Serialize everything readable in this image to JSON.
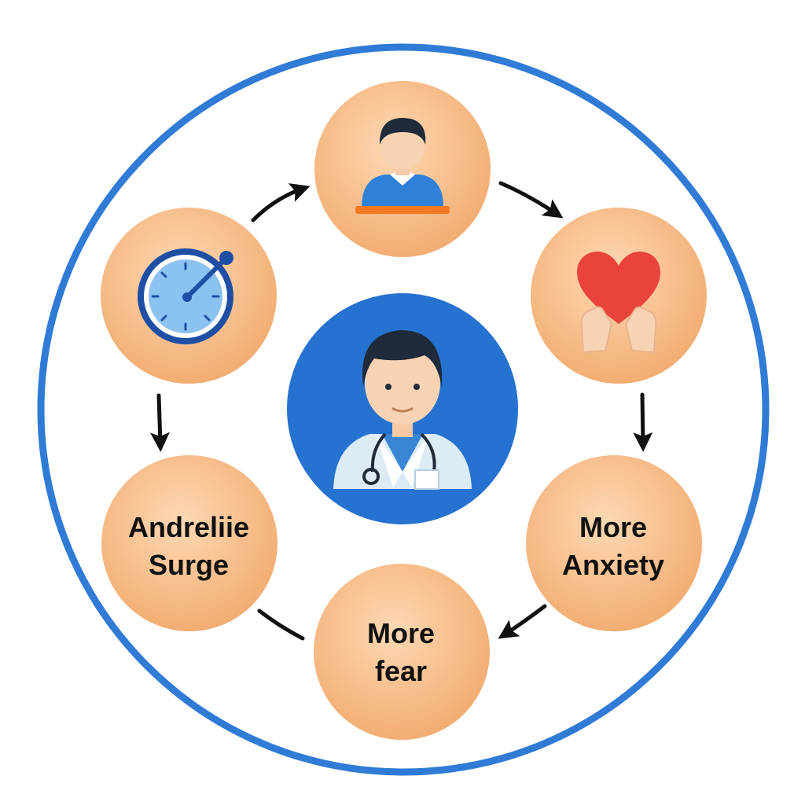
{
  "diagram": {
    "colors": {
      "outer_ring": "#2f7bd6",
      "node_fill_light": "#fbd0a4",
      "node_fill_dark": "#f3ae74",
      "center_fill": "#2672d0",
      "arrow": "#111111"
    },
    "nodes": [
      {
        "id": "patient",
        "icon": "person-at-desk-icon"
      },
      {
        "id": "care",
        "icon": "heart-in-hands-icon"
      },
      {
        "id": "anxiety",
        "label_lines": [
          "More",
          "Anxiety"
        ]
      },
      {
        "id": "fear",
        "label_lines": [
          "More",
          "fear"
        ]
      },
      {
        "id": "adrenaline",
        "label_lines": [
          "Andreliie",
          "Surge"
        ]
      },
      {
        "id": "timer",
        "icon": "stopwatch-icon"
      }
    ],
    "center": {
      "icon": "doctor-with-stethoscope-icon"
    }
  }
}
